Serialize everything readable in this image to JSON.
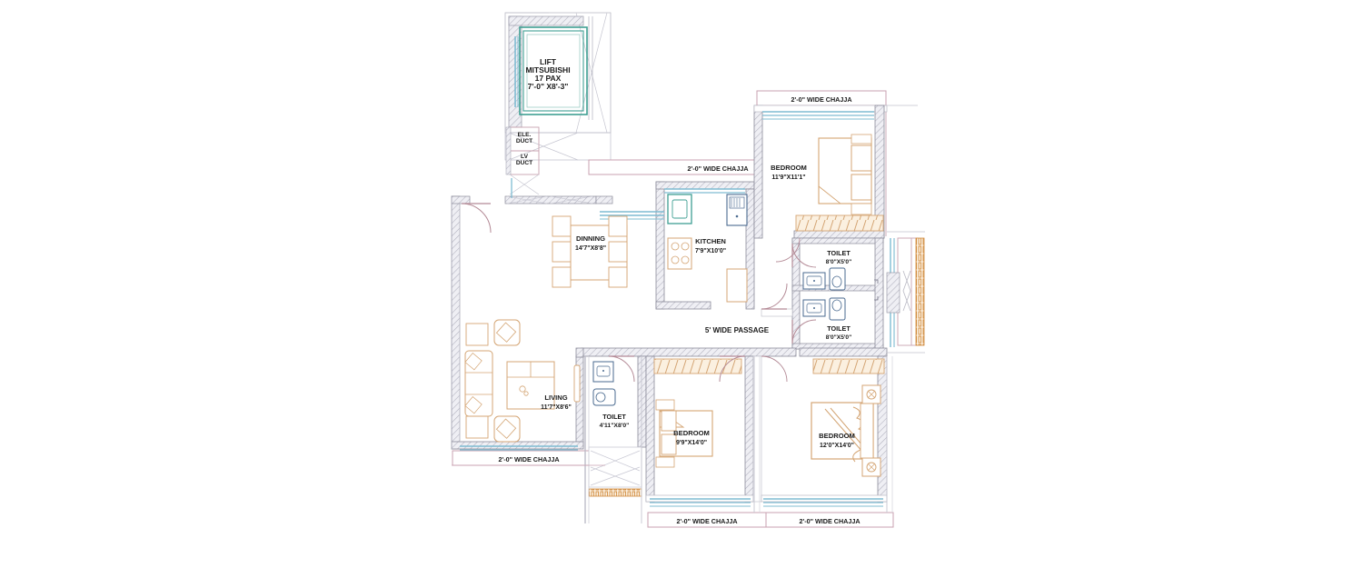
{
  "drawing": {
    "type": "architectural-floor-plan",
    "title": "Residential Apartment Unit Floor Plan",
    "background_color": "#ffffff"
  },
  "colors": {
    "wall_hatch": "#b9b9c4",
    "wall_outline": "#7b7b8a",
    "furniture_orange": "#d4a574",
    "furniture_blue": "#4a6a8f",
    "fixture_teal": "#3f9f93",
    "chajja_border": "#c9a2b0",
    "glazing_blue": "#7fbcd2",
    "grille_orange": "#d08a3c",
    "text": "#1a1a1a",
    "thin_line": "#9aa0ab",
    "door_swing": "#b48a96"
  },
  "rooms": [
    {
      "id": "lift",
      "name": "LIFT",
      "lines": [
        "LIFT",
        "MITSUBISHI",
        "17 PAX",
        "7'-0\" X8'-3\""
      ]
    },
    {
      "id": "ele-duct",
      "name": "ELE. DUCT",
      "lines": [
        "ELE.",
        "DUCT"
      ]
    },
    {
      "id": "lv-duct",
      "name": "LV DUCT",
      "lines": [
        "LV",
        "DUCT"
      ]
    },
    {
      "id": "bedroom-1",
      "name": "BEDROOM",
      "lines": [
        "BEDROOM",
        "11'9\"X11'1\""
      ]
    },
    {
      "id": "dinning",
      "name": "DINNING",
      "lines": [
        "DINNING",
        "14'7\"X8'8\""
      ]
    },
    {
      "id": "kitchen",
      "name": "KITCHEN",
      "lines": [
        "KITCHEN",
        "7'9\"X10'0\""
      ]
    },
    {
      "id": "toilet-1",
      "name": "TOILET",
      "lines": [
        "TOILET",
        "8'0\"X5'0\""
      ]
    },
    {
      "id": "toilet-2",
      "name": "TOILET",
      "lines": [
        "TOILET",
        "8'0\"X5'0\""
      ]
    },
    {
      "id": "living",
      "name": "LIVING",
      "lines": [
        "LIVING",
        "11'7\"X8'6\""
      ]
    },
    {
      "id": "toilet-3",
      "name": "TOILET",
      "lines": [
        "TOILET",
        "4'11\"X8'0\""
      ]
    },
    {
      "id": "bedroom-2",
      "name": "BEDROOM",
      "lines": [
        "BEDROOM",
        "9'9\"X14'0\""
      ]
    },
    {
      "id": "bedroom-3",
      "name": "BEDROOM",
      "lines": [
        "BEDROOM",
        "12'0\"X14'0\""
      ]
    }
  ],
  "labels": {
    "lift_1": "LIFT",
    "lift_2": "MITSUBISHI",
    "lift_3": "17 PAX",
    "lift_4": "7'-0\" X8'-3\"",
    "ele_duct_1": "ELE.",
    "ele_duct_2": "DUCT",
    "lv_duct_1": "LV",
    "lv_duct_2": "DUCT",
    "bedroom1_name": "BEDROOM",
    "bedroom1_dim": "11'9\"X11'1\"",
    "dinning_name": "DINNING",
    "dinning_dim": "14'7\"X8'8\"",
    "kitchen_name": "KITCHEN",
    "kitchen_dim": "7'9\"X10'0\"",
    "toilet1_name": "TOILET",
    "toilet1_dim": "8'0\"X5'0\"",
    "toilet2_name": "TOILET",
    "toilet2_dim": "8'0\"X5'0\"",
    "living_name": "LIVING",
    "living_dim": "11'7\"X8'6\"",
    "toilet3_name": "TOILET",
    "toilet3_dim": "4'11\"X8'0\"",
    "bedroom2_name": "BEDROOM",
    "bedroom2_dim": "9'9\"X14'0\"",
    "bedroom3_name": "BEDROOM",
    "bedroom3_dim": "12'0\"X14'0\"",
    "passage": "5' WIDE PASSAGE",
    "chajja_top_right": "2'-0\"  WIDE CHAJJA",
    "chajja_kitchen": "2'-0\"  WIDE CHAJJA",
    "chajja_bottom_left": "2'-0\"  WIDE CHAJJA",
    "chajja_bottom_mid": "2'-0\"  WIDE CHAJJA",
    "chajja_bottom_right": "2'-0\"  WIDE CHAJJA"
  },
  "chajjas": [
    {
      "id": "chajja-top-right",
      "text": "2'-0\"  WIDE CHAJJA"
    },
    {
      "id": "chajja-kitchen",
      "text": "2'-0\"  WIDE CHAJJA"
    },
    {
      "id": "chajja-bottom-left",
      "text": "2'-0\"  WIDE CHAJJA"
    },
    {
      "id": "chajja-bottom-mid",
      "text": "2'-0\"  WIDE CHAJJA"
    },
    {
      "id": "chajja-bottom-right",
      "text": "2'-0\"  WIDE CHAJJA"
    }
  ],
  "fixtures": [
    "sofa-3-seater",
    "armchair",
    "coffee-table",
    "side-table",
    "dining-table",
    "dining-chair",
    "double-bed",
    "single-bed",
    "wardrobe",
    "nightstand",
    "kitchen-sink",
    "gas-hob",
    "refrigerator",
    "washbasin",
    "water-closet",
    "shower",
    "door-swing",
    "window-glazing",
    "ac-grille"
  ]
}
